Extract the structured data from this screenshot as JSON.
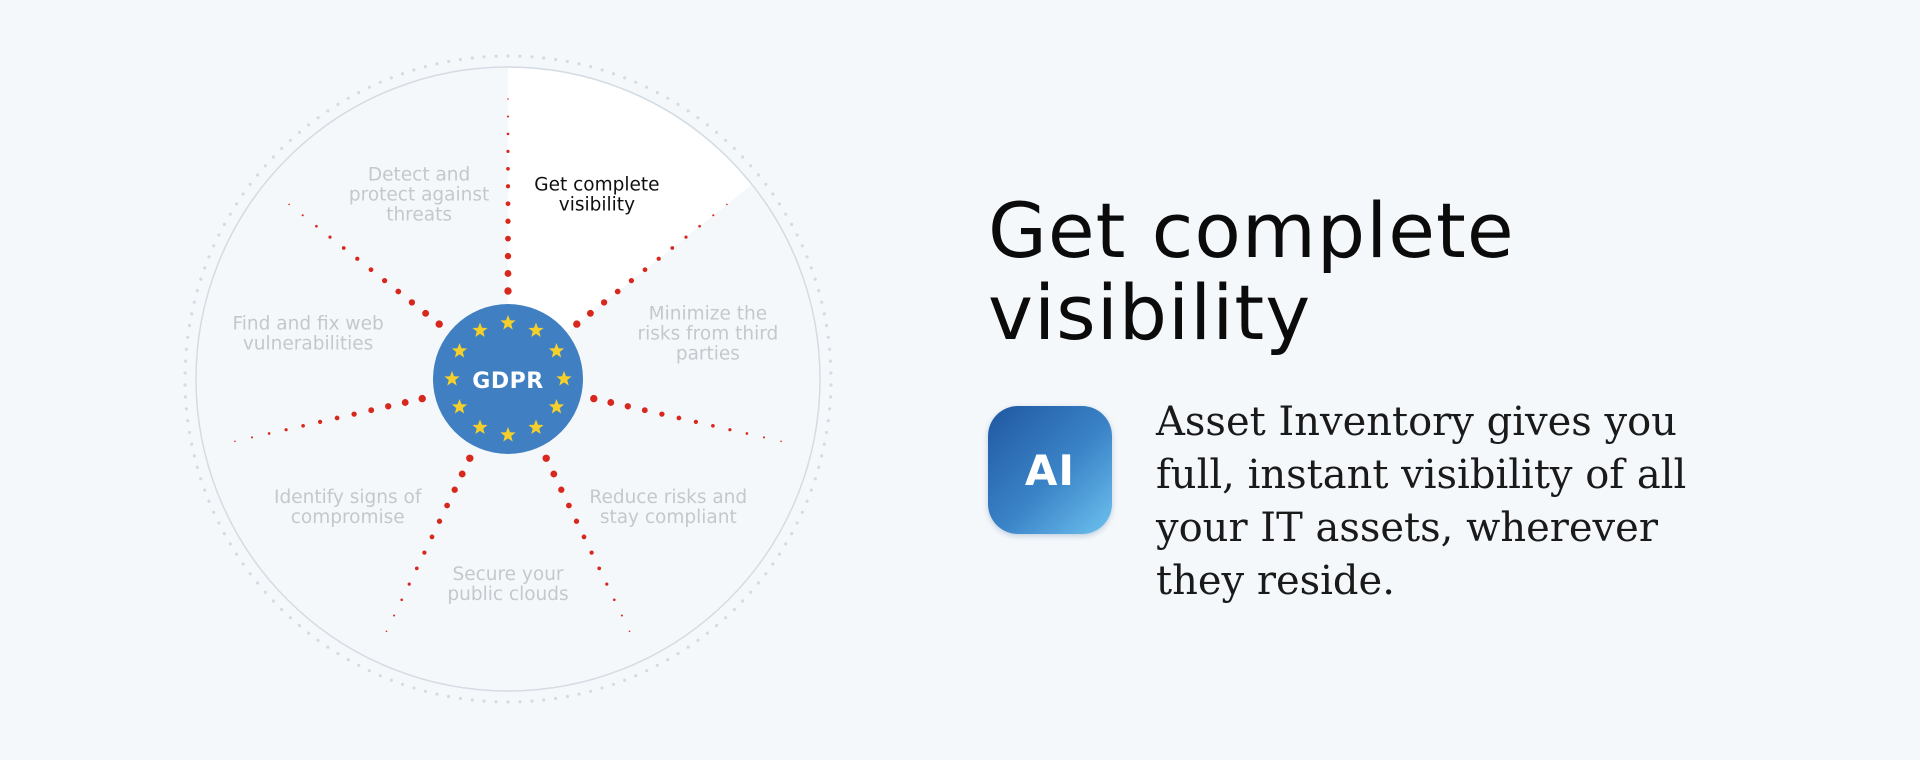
{
  "diagram": {
    "center": {
      "label": "GDPR",
      "fill": "#3f7fc2",
      "star_color": "#f5d02a",
      "star_count": 12
    },
    "active_index": 0,
    "active_sector_fill": "#ffffff",
    "ray_color": "#d8281d",
    "ring_color": "#d4dbe3",
    "segments": [
      {
        "lines": [
          "Get complete",
          "visibility"
        ]
      },
      {
        "lines": [
          "Minimize the",
          "risks from third",
          "parties"
        ]
      },
      {
        "lines": [
          "Reduce risks and",
          "stay compliant"
        ]
      },
      {
        "lines": [
          "Secure your",
          "public clouds"
        ]
      },
      {
        "lines": [
          "Identify signs of",
          "compromise"
        ]
      },
      {
        "lines": [
          "Find and fix web",
          "vulnerabilities"
        ]
      },
      {
        "lines": [
          "Detect and",
          "protect against",
          "threats"
        ]
      }
    ]
  },
  "detail": {
    "title_lines": [
      "Get complete",
      "visibility"
    ],
    "badge_label": "AI",
    "badge_gradient": [
      "#1f57a0",
      "#6ec2ef"
    ],
    "description": "Asset Inventory gives you full, instant visibility of all your IT assets, wherever they reside."
  }
}
